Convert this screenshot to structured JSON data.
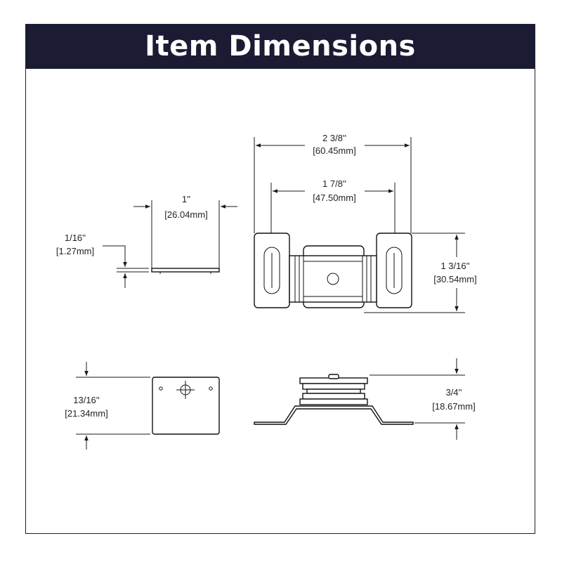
{
  "title": "Item Dimensions",
  "dimensions": {
    "overall_width": {
      "imperial": "2 3/8''",
      "metric": "[60.45mm]"
    },
    "hole_spacing": {
      "imperial": "1 7/8''",
      "metric": "[47.50mm]"
    },
    "height": {
      "imperial": "1 3/16''",
      "metric": "[30.54mm]"
    },
    "plate_width": {
      "imperial": "1''",
      "metric": "[26.04mm]"
    },
    "plate_thickness": {
      "imperial": "1/16''",
      "metric": "[1.27mm]"
    },
    "plate_height": {
      "imperial": "13/16''",
      "metric": "[21.34mm]"
    },
    "depth": {
      "imperial": "3/4''",
      "metric": "[18.67mm]"
    }
  },
  "colors": {
    "banner": "#1b1b33",
    "line": "#1a1a1a"
  }
}
